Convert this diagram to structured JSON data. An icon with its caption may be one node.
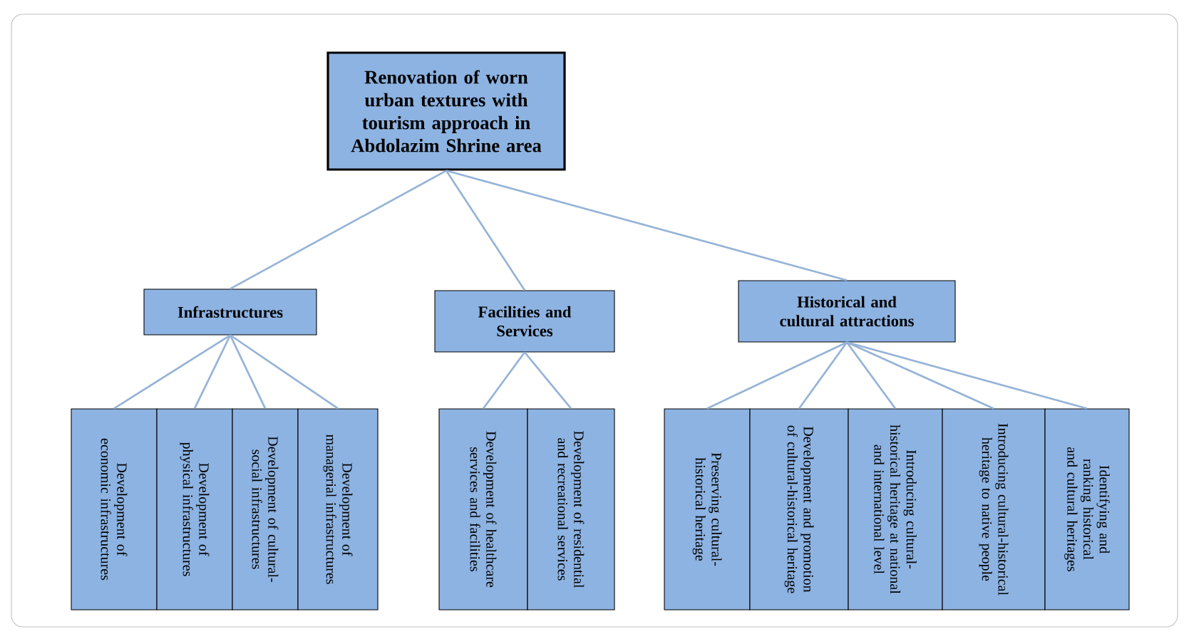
{
  "diagram": {
    "nodes": [
      {
        "text": [
          "Renovation of worn urban textures with tourism approach in Abdolazim Shrine area"
        ]
      },
      {
        "text": [
          "Infrastructures"
        ]
      },
      {
        "text": [
          "Facilities and Services"
        ]
      },
      {
        "text": [
          "Historical and cultural attractions"
        ]
      },
      {
        "text": [
          "Development of economic infrastructures"
        ]
      },
      {
        "text": [
          "Development of physical infrastructures"
        ]
      },
      {
        "text": [
          "Development of cultural-social infrastructures"
        ]
      },
      {
        "text": [
          "Development of managerial infrastructures"
        ]
      },
      {
        "text": [
          "Development of healthcare services and facilities"
        ]
      },
      {
        "text": [
          "Development of residential and recreational services"
        ]
      },
      {
        "text": [
          "Preserving cultural-historical heritage"
        ]
      },
      {
        "text": [
          "Development and promotion of cultural-historical heritage"
        ]
      },
      {
        "text": [
          "Introducing cultural-historical heritage at national and international level"
        ]
      },
      {
        "text": [
          "Introducing cultural-historical heritage to native people"
        ]
      },
      {
        "text": [
          "Identifying and ranking historical and cultural heritages"
        ]
      }
    ],
    "edges": [
      {
        "from": 0,
        "to": 1,
        "arrow": "none"
      },
      {
        "from": 0,
        "to": 2,
        "arrow": "none"
      },
      {
        "from": 0,
        "to": 3,
        "arrow": "none"
      },
      {
        "from": 1,
        "to": 4,
        "arrow": "none"
      },
      {
        "from": 1,
        "to": 5,
        "arrow": "none"
      },
      {
        "from": 1,
        "to": 6,
        "arrow": "none"
      },
      {
        "from": 1,
        "to": 7,
        "arrow": "none"
      },
      {
        "from": 2,
        "to": 8,
        "arrow": "none"
      },
      {
        "from": 2,
        "to": 9,
        "arrow": "none"
      },
      {
        "from": 3,
        "to": 10,
        "arrow": "none"
      },
      {
        "from": 3,
        "to": 11,
        "arrow": "none"
      },
      {
        "from": 3,
        "to": 12,
        "arrow": "none"
      },
      {
        "from": 3,
        "to": 13,
        "arrow": "none"
      },
      {
        "from": 3,
        "to": 14,
        "arrow": "none"
      }
    ]
  }
}
